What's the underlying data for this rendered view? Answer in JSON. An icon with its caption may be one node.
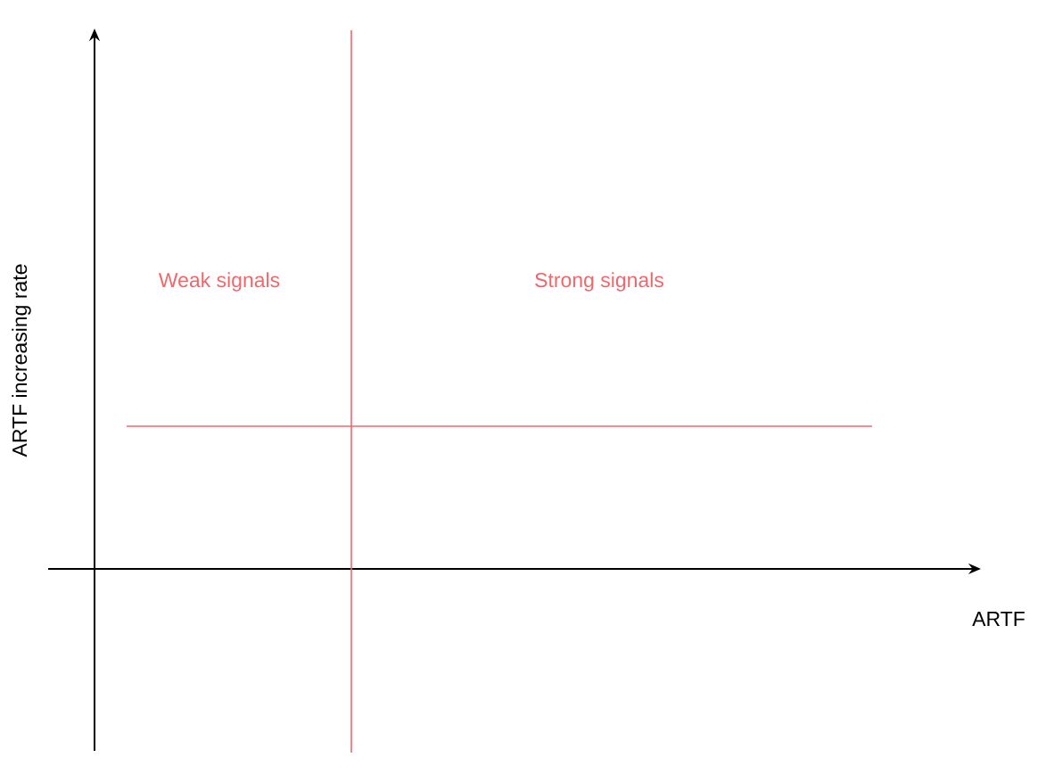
{
  "diagram": {
    "labels": [
      "Weak signals",
      "Strong signals",
      "ARTF increasing rate",
      "ARTF"
    ]
  }
}
